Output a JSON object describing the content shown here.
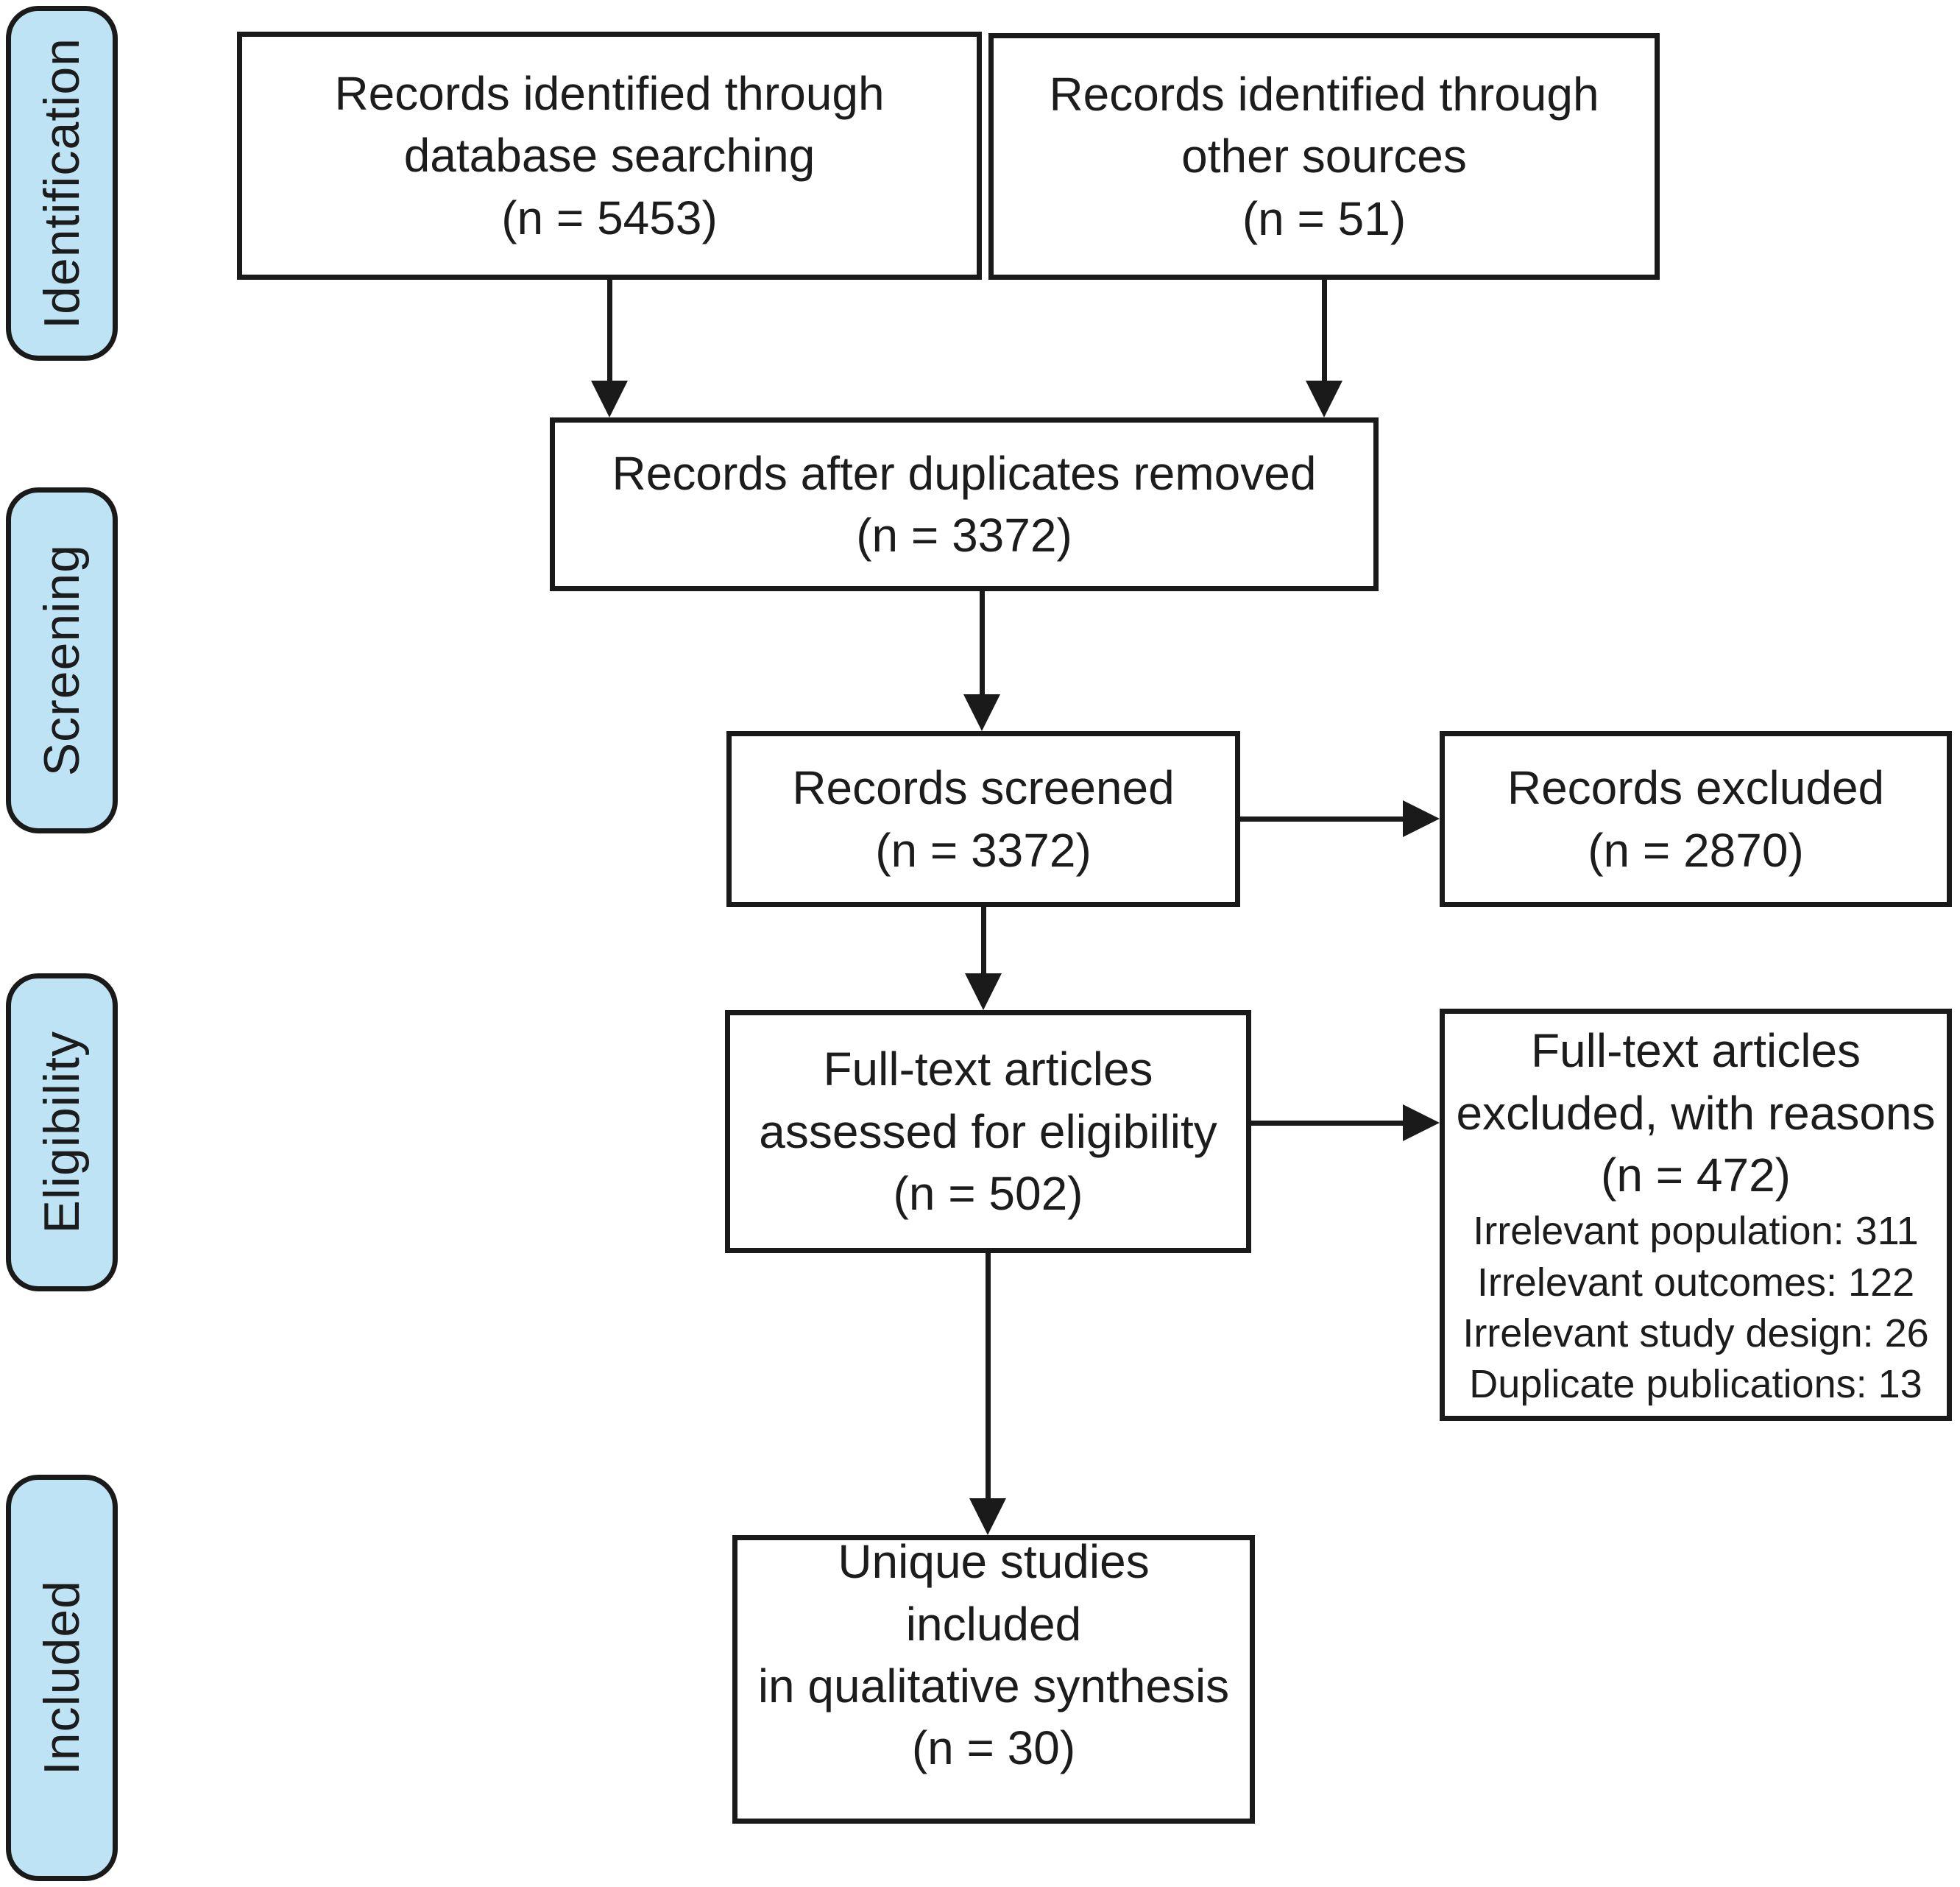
{
  "colors": {
    "stage_fill": "#bee3f5",
    "line_color": "#1a1a1a",
    "background": "#ffffff"
  },
  "sidebar": {
    "stages": [
      {
        "label": "Identification"
      },
      {
        "label": "Screening"
      },
      {
        "label": "Eligibility"
      },
      {
        "label": "Included"
      }
    ]
  },
  "boxes": {
    "db_search": {
      "lines": [
        "Records identified through",
        "database searching"
      ],
      "count": "(n = 5453)"
    },
    "other_sources": {
      "lines": [
        "Records identified through",
        "other sources"
      ],
      "count": "(n = 51)"
    },
    "after_duplicates": {
      "lines": [
        "Records after duplicates removed"
      ],
      "count": "(n = 3372)"
    },
    "screened": {
      "lines": [
        "Records screened"
      ],
      "count": "(n = 3372)"
    },
    "records_excluded": {
      "lines": [
        "Records excluded"
      ],
      "count": "(n = 2870)"
    },
    "full_text_assessed": {
      "lines": [
        "Full-text articles",
        "assessed for eligibility"
      ],
      "count": "(n = 502)"
    },
    "full_text_excluded": {
      "lines": [
        "Full-text articles",
        "excluded, with reasons"
      ],
      "count": "(n = 472)",
      "reasons": [
        "Irrelevant population: 311",
        "Irrelevant outcomes: 122",
        "Irrelevant study design: 26",
        "Duplicate publications: 13"
      ]
    },
    "included_studies": {
      "lines": [
        "Unique studies included",
        "in qualitative synthesis"
      ],
      "count": "(n = 30)"
    }
  }
}
